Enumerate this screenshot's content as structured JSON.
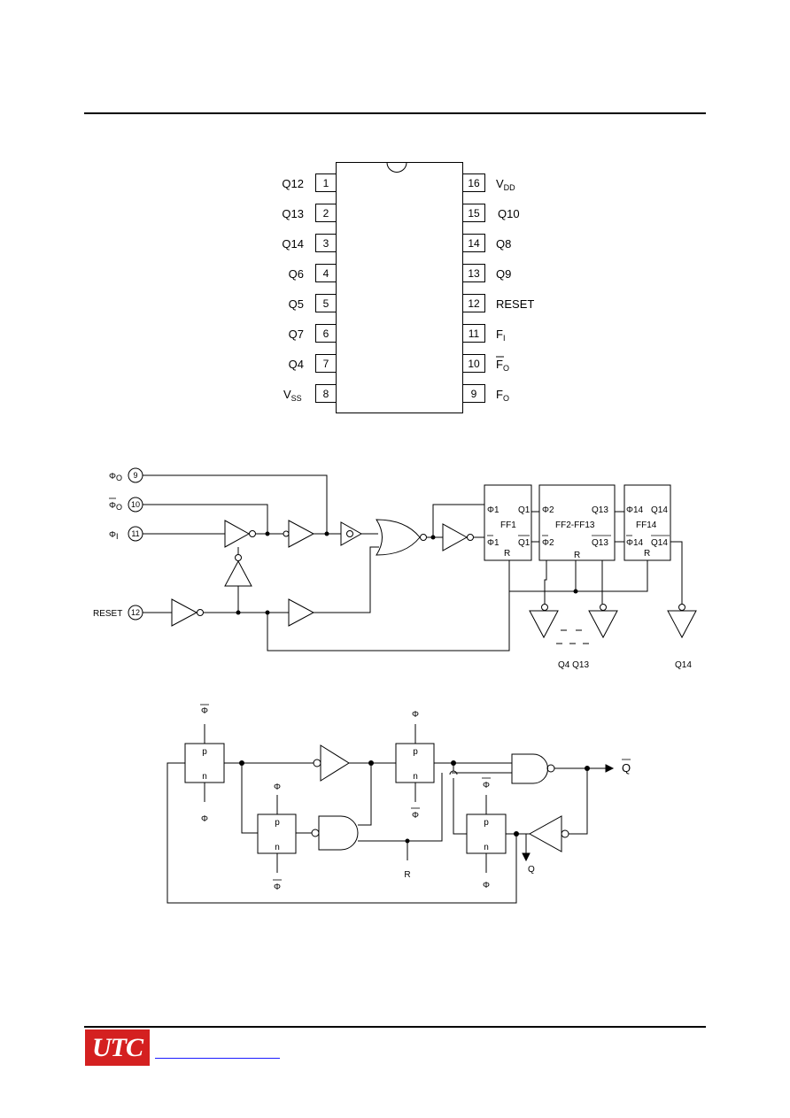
{
  "pinout": {
    "left_pins": [
      {
        "num": "1",
        "label": "Q12"
      },
      {
        "num": "2",
        "label": "Q13"
      },
      {
        "num": "3",
        "label": "Q14"
      },
      {
        "num": "4",
        "label": "Q6"
      },
      {
        "num": "5",
        "label": "Q5"
      },
      {
        "num": "6",
        "label": "Q7"
      },
      {
        "num": "7",
        "label": "Q4"
      },
      {
        "num": "8",
        "label": "V",
        "sub": "SS"
      }
    ],
    "right_pins": [
      {
        "num": "16",
        "label": "V",
        "sub": "DD"
      },
      {
        "num": "15",
        "label": "Q10"
      },
      {
        "num": "14",
        "label": "Q8"
      },
      {
        "num": "13",
        "label": "Q9"
      },
      {
        "num": "12",
        "label": "RESET"
      },
      {
        "num": "11",
        "label": "F",
        "sub": "I"
      },
      {
        "num": "10",
        "label": "F",
        "sub": "O",
        "bar": true
      },
      {
        "num": "9",
        "label": "F",
        "sub": "O"
      }
    ]
  },
  "block": {
    "inputs": [
      {
        "pin": "9",
        "label": "Φ",
        "sub": "O"
      },
      {
        "pin": "10",
        "label": "Φ",
        "sub": "O",
        "bar": true
      },
      {
        "pin": "11",
        "label": "Φ",
        "sub": "I"
      },
      {
        "pin": "12",
        "label": "RESET"
      }
    ],
    "ff1": {
      "phi": "Φ1",
      "phibar": "Φ1",
      "q": "Q1",
      "qbar": "Q1",
      "name": "FF1",
      "r": "R"
    },
    "ff2": {
      "phi": "Φ2",
      "phibar": "Φ2",
      "q": "Q13",
      "qbar": "Q13",
      "name": "FF2-FF13",
      "r": "R"
    },
    "ff14": {
      "phi": "Φ14",
      "phibar": "Φ14",
      "q": "Q14",
      "qbar": "Q14",
      "name": "FF14",
      "r": "R"
    },
    "outputs": {
      "mid": "Q4 Q13",
      "last": "Q14"
    }
  },
  "ff_detail": {
    "phi": "Φ",
    "p": "p",
    "n": "n",
    "r": "R",
    "q": "Q",
    "qbar_out": "Q"
  },
  "footer": {
    "logo": "UTC"
  }
}
